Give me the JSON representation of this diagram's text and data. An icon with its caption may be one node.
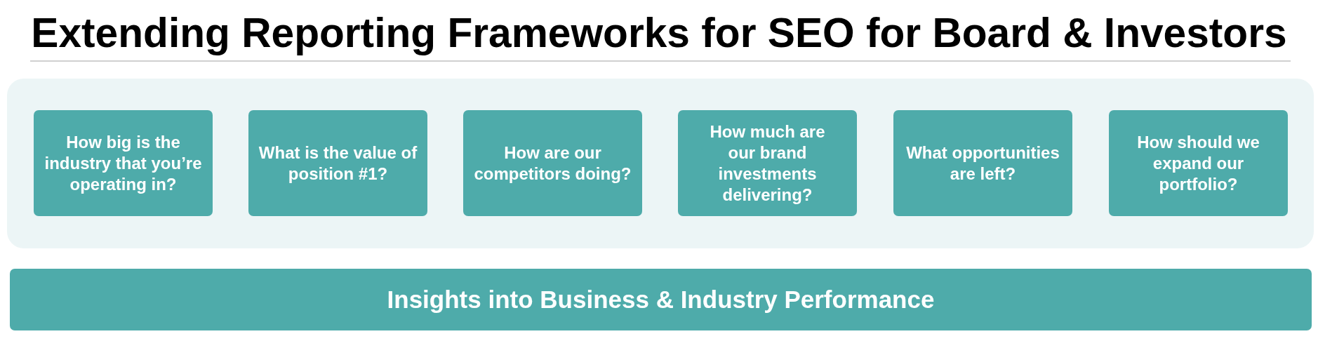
{
  "diagram": {
    "title": "Extending Reporting Frameworks for SEO for Board & Investors",
    "nodes": [
      {
        "text": [],
        "shape": "box"
      },
      {
        "text": [
          "How big is the industry that you’re operating in?"
        ],
        "in": 0
      },
      {
        "text": [
          "What is the value of position #1?"
        ],
        "in": 0
      },
      {
        "text": [
          "How are our competitors doing?"
        ],
        "in": 0
      },
      {
        "text": [
          "How much are our brand investments delivering?"
        ],
        "in": 0
      },
      {
        "text": [
          "What opportunities are left?"
        ],
        "in": 0
      },
      {
        "text": [
          "How should we expand our portfolio?"
        ],
        "in": 0
      },
      {
        "text": [
          "Insights into Business & Industry Performance"
        ]
      }
    ]
  }
}
